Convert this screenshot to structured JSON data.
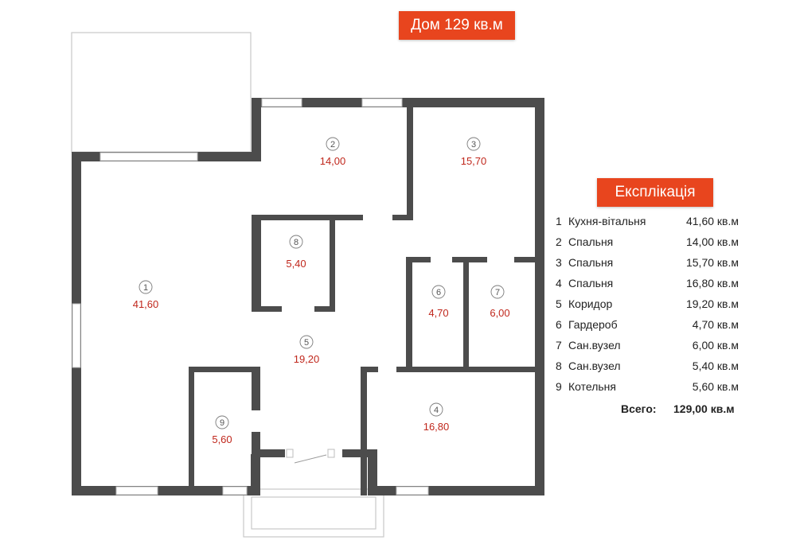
{
  "title": "Дом 129 кв.м",
  "legend_title": "Експлікація",
  "rooms": [
    {
      "num": "1",
      "area": "41,60"
    },
    {
      "num": "2",
      "area": "14,00"
    },
    {
      "num": "3",
      "area": "15,70"
    },
    {
      "num": "4",
      "area": "16,80"
    },
    {
      "num": "5",
      "area": "19,20"
    },
    {
      "num": "6",
      "area": "4,70"
    },
    {
      "num": "7",
      "area": "6,00"
    },
    {
      "num": "8",
      "area": "5,40"
    },
    {
      "num": "9",
      "area": "5,60"
    }
  ],
  "legend": [
    {
      "num": "1",
      "name": "Кухня-вітальня",
      "area": "41,60 кв.м"
    },
    {
      "num": "2",
      "name": "Спальня",
      "area": "14,00 кв.м"
    },
    {
      "num": "3",
      "name": "Спальня",
      "area": "15,70 кв.м"
    },
    {
      "num": "4",
      "name": "Спальня",
      "area": "16,80 кв.м"
    },
    {
      "num": "5",
      "name": "Коридор",
      "area": "19,20 кв.м"
    },
    {
      "num": "6",
      "name": "Гардероб",
      "area": "4,70 кв.м"
    },
    {
      "num": "7",
      "name": "Сан.вузел",
      "area": "6,00 кв.м"
    },
    {
      "num": "8",
      "name": "Сан.вузел",
      "area": "5,40 кв.м"
    },
    {
      "num": "9",
      "name": "Котельня",
      "area": "5,60 кв.м"
    }
  ],
  "total_label": "Всего:",
  "total_value": "129,00 кв.м",
  "colors": {
    "accent": "#e8451e",
    "wall": "#4c4c4c",
    "area_text": "#c0271c"
  }
}
